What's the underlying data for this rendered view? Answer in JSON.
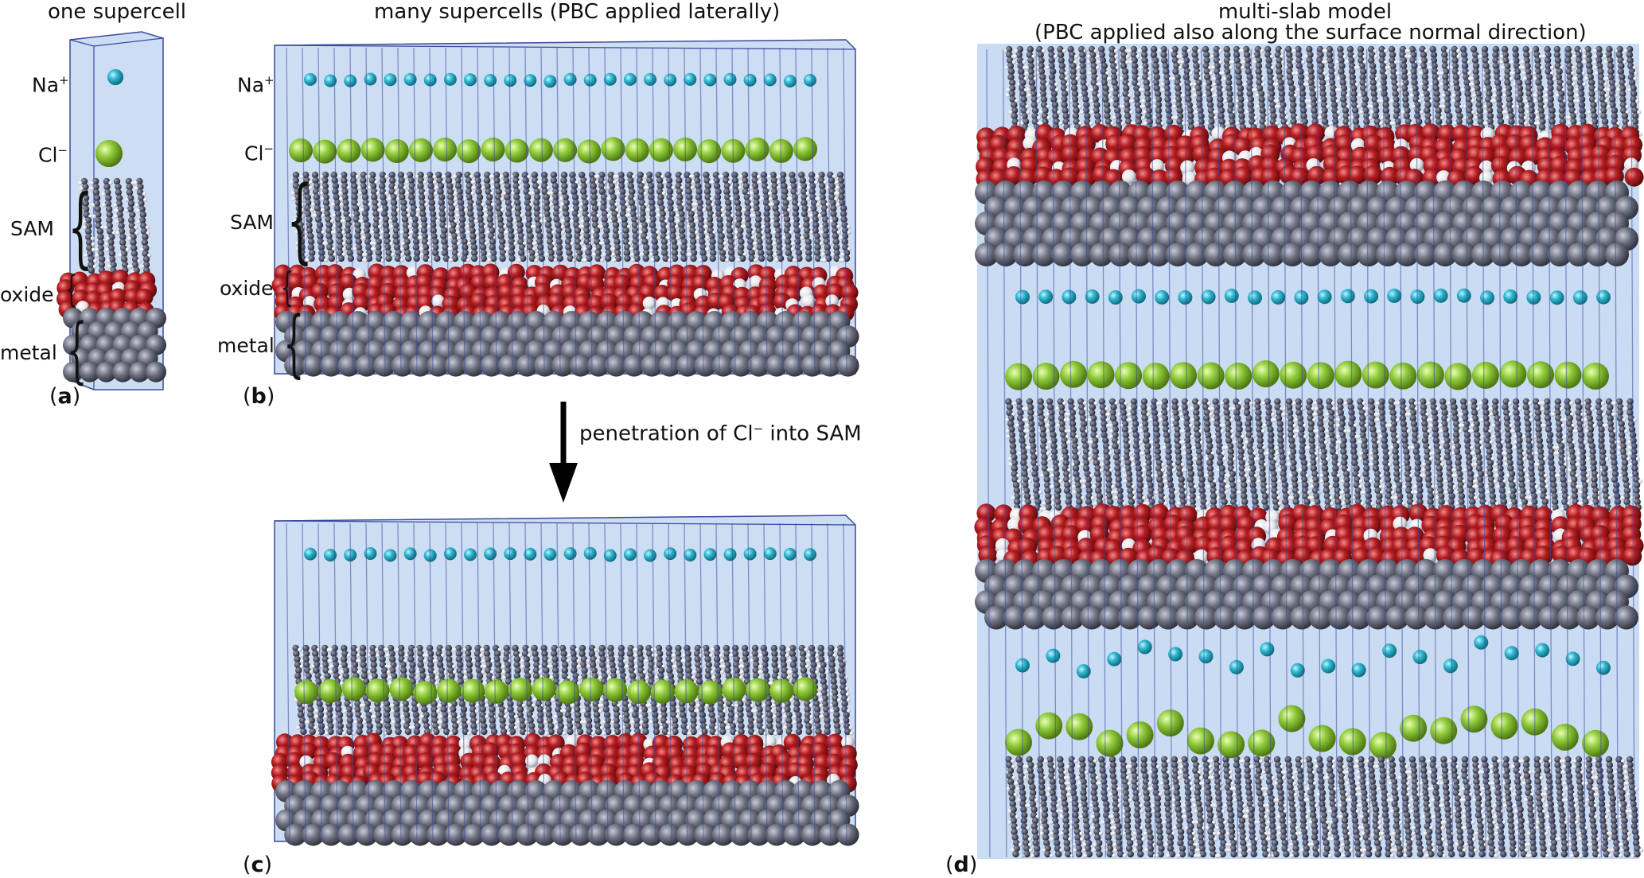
{
  "titles": {
    "a": "one supercell",
    "b": "many supercells (PBC applied laterally)",
    "d_line1": "multi-slab model",
    "d_line2": "(PBC applied also along the surface normal direction)"
  },
  "layer_labels": {
    "na": "Na",
    "na_sup": "+",
    "cl": "Cl",
    "cl_sup": "−",
    "sam": "SAM",
    "oxide": "oxide",
    "metal": "metal"
  },
  "panel_letters": {
    "a": "a",
    "b": "b",
    "c": "c",
    "d": "d"
  },
  "arrow_label": {
    "prefix": "penetration of Cl",
    "sup": "−",
    "suffix": " into SAM"
  },
  "colors": {
    "box": "#bcd3f0",
    "box_edge": "#3a4a9a",
    "na": "#2fb6cf",
    "cl": "#8fc93a",
    "sam_carbon": "#55586a",
    "sam_hydrogen": "#e6e6ea",
    "oxide": "#b41e22",
    "metal": "#6d7080"
  }
}
